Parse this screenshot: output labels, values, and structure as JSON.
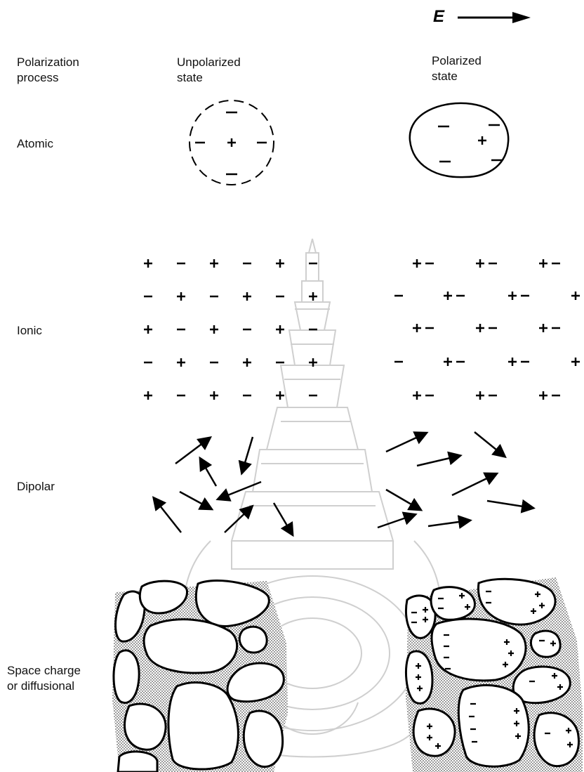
{
  "field": {
    "letter": "E",
    "arrow_icon": "right-arrow-icon"
  },
  "headers": {
    "process": "Polarization\nprocess",
    "unpolarized": "Unpolarized\nstate",
    "polarized": "Polarized\nstate"
  },
  "rows": {
    "atomic": "Atomic",
    "ionic": "Ionic",
    "dipolar": "Dipolar",
    "space_charge": "Space charge\nor diffusional"
  },
  "watermark": {
    "icon": "royal-crest-watermark-icon",
    "color": "#c8c8c8"
  },
  "colors": {
    "ink": "#000000",
    "stipple": "#9a9a9a"
  },
  "ionic_unpolarized": [
    [
      "+",
      "−",
      "+",
      "−",
      "+",
      "−"
    ],
    [
      "−",
      "+",
      "−",
      "+",
      "−",
      "+"
    ],
    [
      "+",
      "−",
      "+",
      "−",
      "+",
      "−"
    ],
    [
      "−",
      "+",
      "−",
      "+",
      "−",
      "+"
    ],
    [
      "+",
      "−",
      "+",
      "−",
      "+",
      "−"
    ]
  ]
}
